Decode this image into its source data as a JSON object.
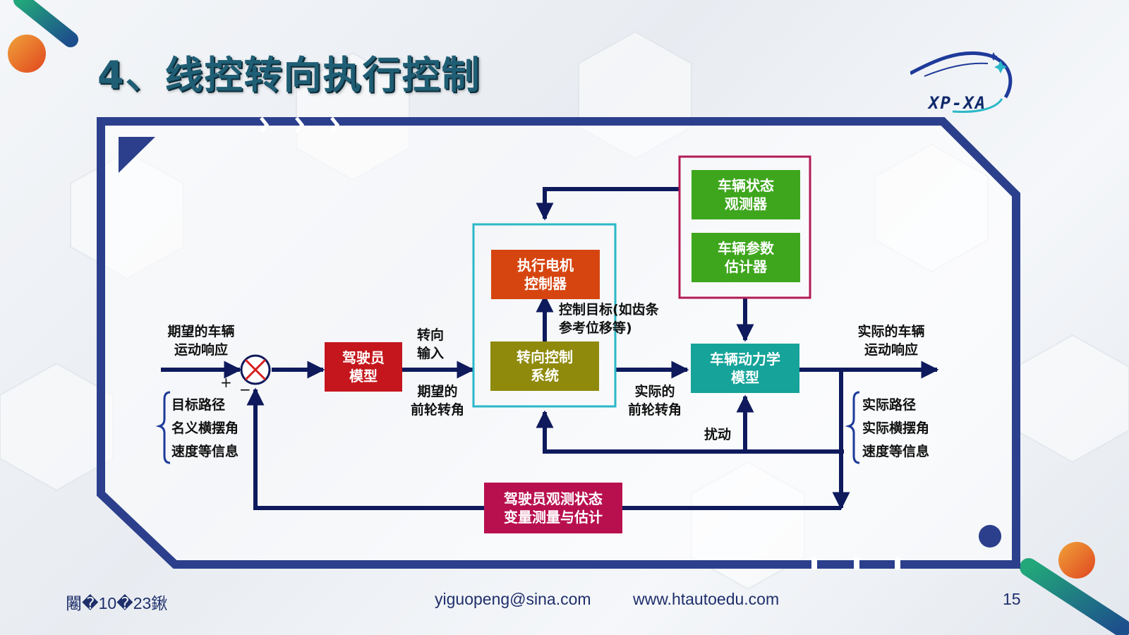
{
  "title": "4、线控转向执行控制",
  "logo": {
    "text": "XP-XA"
  },
  "blocks": {
    "motor_controller": "执行电机\n控制器",
    "steer_control": "转向控制\n系统",
    "driver_model": "驾驶员\n模型",
    "state_observer": "车辆状态\n观测器",
    "param_estimator": "车辆参数\n估计器",
    "vehicle_dynamics": "车辆动力学\n模型",
    "driver_observe": "驾驶员观测状态\n变量测量与估计"
  },
  "labels": {
    "desired_response": "期望的车辆\n运动响应",
    "target_list": "目标路径\n名义横摆角\n速度等信息",
    "steer_input": "转向\n输入",
    "desired_front_angle": "期望的\n前轮转角",
    "control_target": "控制目标(如齿条\n参考位移等)",
    "actual_front_angle": "实际的\n前轮转角",
    "disturbance": "扰动",
    "actual_response": "实际的车辆\n运动响应",
    "actual_list": "实际路径\n实际横摆角\n速度等信息",
    "plus": "+",
    "minus": "−"
  },
  "footer": {
    "date": "闂�10�23鍬",
    "email": "yiguopeng@sina.com",
    "website": "www.htautoedu.com",
    "page": "15"
  },
  "colors": {
    "title": "#1f5e74",
    "frame": "#2b3f8c",
    "arrow": "#0e1a5c",
    "motor_controller": "#d64510",
    "steer_control": "#8f8a0c",
    "driver_model": "#c4161c",
    "observer": "#3ea61d",
    "dynamics": "#15a39a",
    "driver_observe": "#b8104f",
    "teal_frame": "#2bb8c8",
    "magenta_frame": "#b31b55"
  }
}
